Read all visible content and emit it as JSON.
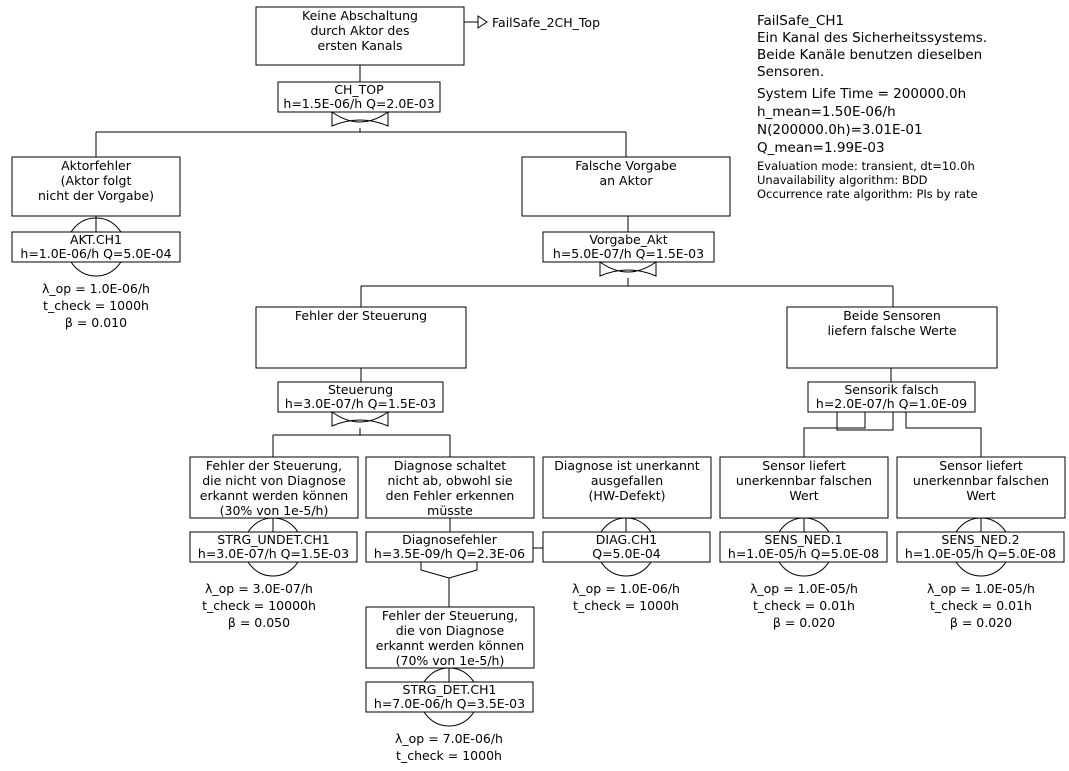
{
  "transfer": {
    "label": "FailSafe_2CH_Top"
  },
  "info": {
    "title": "FailSafe_CH1",
    "description": [
      "Ein Kanal des Sicherheitssystems.",
      "Beide Kanäle benutzen dieselben",
      "Sensoren."
    ],
    "stats": [
      "System Life Time = 200000.0h",
      "h_mean=1.50E-06/h",
      "N(200000.0h)=3.01E-01",
      "Q_mean=1.99E-03"
    ],
    "settings": [
      "Evaluation mode: transient, dt=10.0h",
      "Unavailability algorithm: BDD",
      "Occurrence rate algorithm: PIs by rate"
    ]
  },
  "nodes": {
    "top": {
      "desc": [
        "Keine Abschaltung",
        "durch Aktor des",
        "ersten Kanals"
      ],
      "name": "CH_TOP",
      "values": "h=1.5E-06/h Q=2.0E-03",
      "gate": "or"
    },
    "akt": {
      "desc": [
        "Aktorfehler",
        "(Aktor folgt",
        "nicht der Vorgabe)"
      ],
      "name": "AKT.CH1",
      "values": "h=1.0E-06/h Q=5.0E-04",
      "gate": "basic",
      "params": [
        "λ_op = 1.0E-06/h",
        "t_check = 1000h",
        "β = 0.010"
      ]
    },
    "vorgabe": {
      "desc": [
        "Falsche Vorgabe",
        "an Aktor"
      ],
      "name": "Vorgabe_Akt",
      "values": "h=5.0E-07/h Q=1.5E-03",
      "gate": "or"
    },
    "steuerung": {
      "desc": [
        "Fehler der Steuerung"
      ],
      "name": "Steuerung",
      "values": "h=3.0E-07/h Q=1.5E-03",
      "gate": "or"
    },
    "sensorik": {
      "desc": [
        "Beide Sensoren",
        "liefern falsche Werte"
      ],
      "name": "Sensorik falsch",
      "values": "h=2.0E-07/h Q=1.0E-09",
      "gate": "and"
    },
    "strg_undet": {
      "desc": [
        "Fehler der Steuerung,",
        "die nicht von Diagnose",
        "erkannt werden können",
        "(30% von 1e-5/h)"
      ],
      "name": "STRG_UNDET.CH1",
      "values": "h=3.0E-07/h Q=1.5E-03",
      "gate": "basic",
      "params": [
        "λ_op = 3.0E-07/h",
        "t_check = 10000h",
        "β = 0.050"
      ]
    },
    "diagfehler": {
      "desc": [
        "Diagnose schaltet",
        "nicht ab, obwohl sie",
        "den Fehler erkennen",
        "müsste"
      ],
      "name": "Diagnosefehler",
      "values": "h=3.5E-09/h Q=2.3E-06",
      "gate": "inhibit"
    },
    "diag": {
      "desc": [
        "Diagnose ist unerkannt",
        "ausgefallen",
        "(HW-Defekt)"
      ],
      "name": "DIAG.CH1",
      "values": "Q=5.0E-04",
      "gate": "condition",
      "params": [
        "λ_op = 1.0E-06/h",
        "t_check = 1000h"
      ]
    },
    "sens1": {
      "desc": [
        "Sensor liefert",
        "unerkennbar falschen",
        "Wert"
      ],
      "name": "SENS_NED.1",
      "values": "h=1.0E-05/h Q=5.0E-08",
      "gate": "basic",
      "params": [
        "λ_op = 1.0E-05/h",
        "t_check = 0.01h",
        "β = 0.020"
      ]
    },
    "sens2": {
      "desc": [
        "Sensor liefert",
        "unerkennbar falschen",
        "Wert"
      ],
      "name": "SENS_NED.2",
      "values": "h=1.0E-05/h Q=5.0E-08",
      "gate": "basic",
      "params": [
        "λ_op = 1.0E-05/h",
        "t_check = 0.01h",
        "β = 0.020"
      ]
    },
    "strg_det": {
      "desc": [
        "Fehler der Steuerung,",
        "die von Diagnose",
        "erkannt werden können",
        "(70% von 1e-5/h)"
      ],
      "name": "STRG_DET.CH1",
      "values": "h=7.0E-06/h Q=3.5E-03",
      "gate": "basic",
      "params": [
        "λ_op = 7.0E-06/h",
        "t_check = 1000h"
      ]
    }
  }
}
